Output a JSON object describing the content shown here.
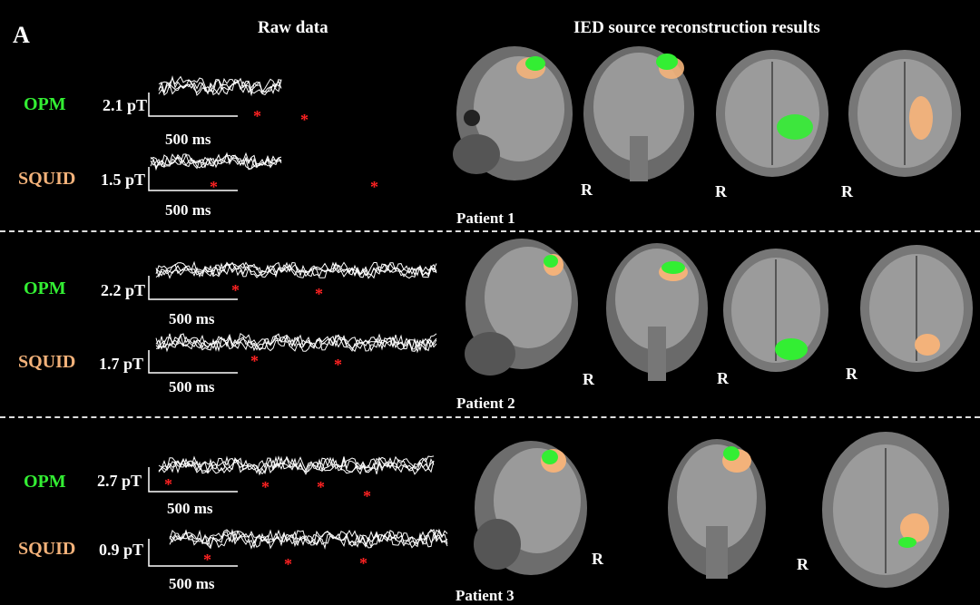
{
  "panel_label": "A",
  "headers": {
    "raw": "Raw data",
    "recon": "IED source reconstruction results"
  },
  "patients": [
    {
      "label": "Patient 1",
      "rows": [
        {
          "modality": "OPM",
          "scale": "2.1 pT",
          "time": "500 ms",
          "color": "#33ee33"
        },
        {
          "modality": "SQUID",
          "scale": "1.5 pT",
          "time": "500 ms",
          "color": "#f3b27a"
        }
      ],
      "r_labels": [
        "R",
        "R",
        "R"
      ]
    },
    {
      "label": "Patient 2",
      "rows": [
        {
          "modality": "OPM",
          "scale": "2.2 pT",
          "time": "500 ms",
          "color": "#33ee33"
        },
        {
          "modality": "SQUID",
          "scale": "1.7 pT",
          "time": "500 ms",
          "color": "#f3b27a"
        }
      ],
      "r_labels": [
        "R",
        "R",
        "R"
      ]
    },
    {
      "label": "Patient 3",
      "rows": [
        {
          "modality": "OPM",
          "scale": "2.7 pT",
          "time": "500 ms",
          "color": "#33ee33"
        },
        {
          "modality": "SQUID",
          "scale": "0.9 pT",
          "time": "500 ms",
          "color": "#f3b27a"
        }
      ],
      "r_labels": [
        "R",
        "R"
      ]
    }
  ],
  "spike_marker": "*",
  "colors": {
    "background": "#000000",
    "opm": "#33ee33",
    "squid": "#f3b27a",
    "spike": "#ff2222",
    "trace": "#ffffff"
  }
}
